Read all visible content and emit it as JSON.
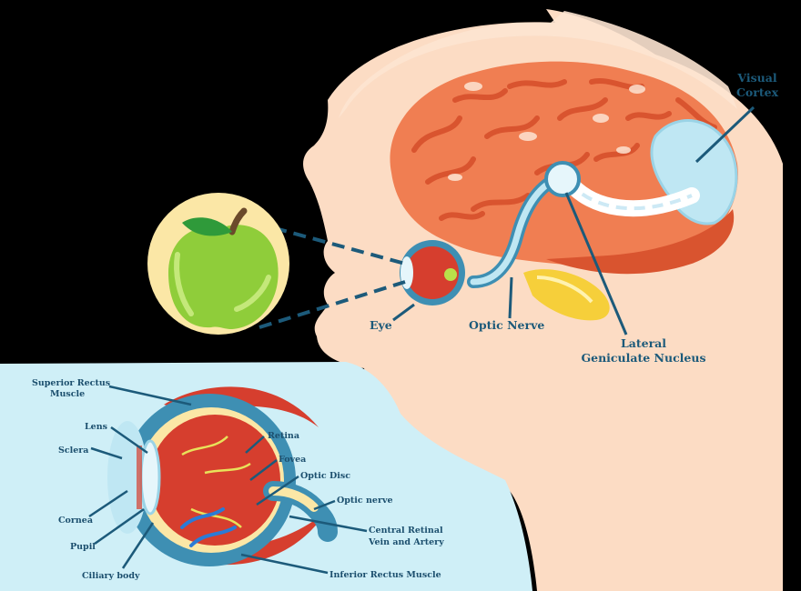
{
  "labels": {
    "visual_cortex": [
      "Visual",
      "Cortex"
    ],
    "eye": "Eye",
    "optic_nerve": "Optic Nerve",
    "lgn": [
      "Lateral",
      "Geniculate Nucleus"
    ]
  },
  "detail_labels": {
    "superior_rectus": [
      "Superior Rectus",
      "Muscle"
    ],
    "lens": "Lens",
    "sclera": "Sclera",
    "cornea": "Cornea",
    "pupil": "Pupil",
    "ciliary_body": "Ciliary body",
    "retina": "Retina",
    "fovea": "Fovea",
    "optic_disc": "Optic Disc",
    "optic_nerve": "Optic nerve",
    "central_retinal": [
      "Central Retinal",
      "Vein and Artery"
    ],
    "inferior_rectus": "Inferior Rectus Muscle"
  },
  "colors": {
    "background": "#000000",
    "skin": "#fcdcc4",
    "skin_edge": "#f6c9a8",
    "hair": "#fde4d2",
    "brain": "#f07e52",
    "brain_dark": "#d9542f",
    "apple_green": "#8fcd3a",
    "apple_circle": "#fbe7a6",
    "detail_panel": "#cfeff7",
    "label_blue": "#1c5a7a",
    "nerve_blue": "#3e8fb3",
    "nerve_light": "#bfe7f3",
    "muscle_red": "#d63e2e",
    "cerebellum_yellow": "#f6cf3a"
  }
}
